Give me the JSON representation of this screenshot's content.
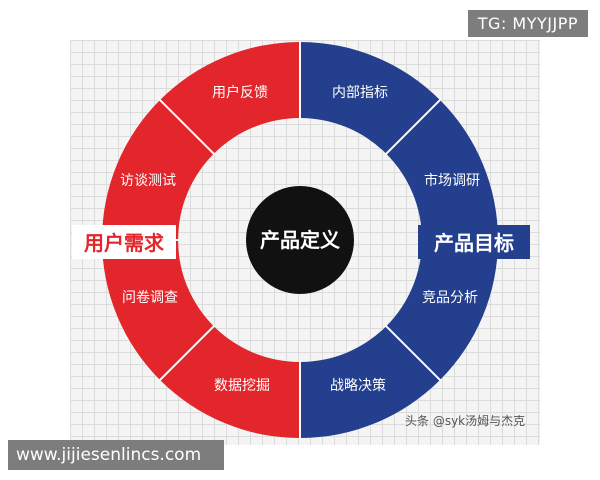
{
  "left_half": {
    "label": "用户需求",
    "color": "#e2262b",
    "segments": [
      "用户反馈",
      "访谈测试",
      "问卷调查",
      "数据挖掘"
    ]
  },
  "right_half": {
    "label": "产品目标",
    "color": "#233f8d",
    "segments": [
      "内部指标",
      "市场调研",
      "竞品分析",
      "战略决策"
    ]
  },
  "center": {
    "label": "产品定义",
    "color": "#111111"
  },
  "watermark": "头条 @syk汤姆与杰克",
  "overlay_top_right": "TG: MYYJJPP",
  "overlay_bottom_left": "www.jijiesenlincs.com"
}
